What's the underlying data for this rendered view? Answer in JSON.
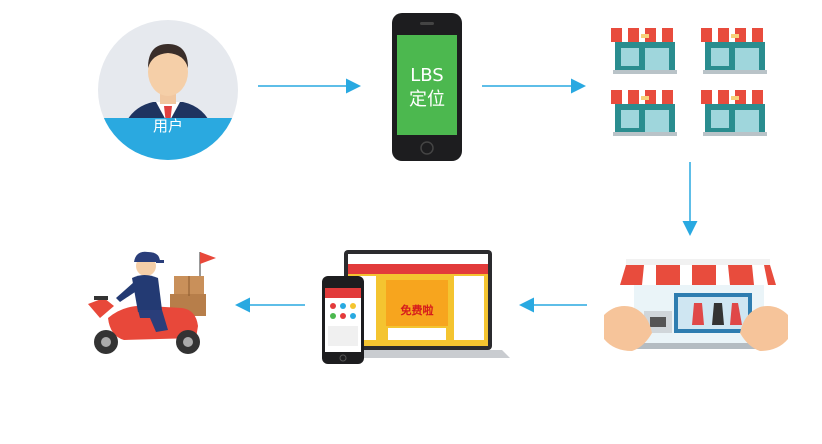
{
  "user": {
    "label": "用户"
  },
  "phone": {
    "line1": "LBS",
    "line2": "定位"
  },
  "colors": {
    "arrow": "#29a9e1",
    "user_circle": "#e6e9ee",
    "user_band": "#2aa9e0",
    "phone_body": "#1d1d1f",
    "phone_screen": "#4cb84f",
    "awning_red": "#e84c3d",
    "shop_teal": "#2a8d8f",
    "scooter_red": "#e8483a",
    "box": "#c9905a"
  },
  "icons": [
    "user-avatar-icon",
    "smartphone-icon",
    "shop-icon",
    "storefront-hands-icon",
    "laptop-phone-icon",
    "delivery-scooter-icon"
  ],
  "devices": {
    "banner_text": "免费啦"
  }
}
